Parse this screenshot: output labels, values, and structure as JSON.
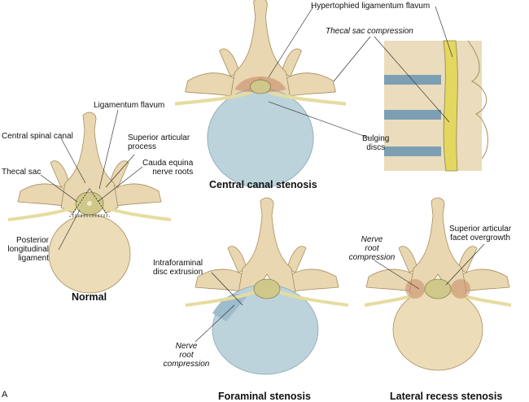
{
  "panel_letter": "A",
  "titles": {
    "normal": "Normal",
    "central": "Central canal stenosis",
    "foraminal": "Foraminal stenosis",
    "lateral": "Lateral recess stenosis"
  },
  "labels": {
    "ligamentum_flavum": "Ligamentum flavum",
    "central_spinal_canal": "Central spinal canal",
    "superior_articular_process": [
      "Superior articular",
      "process"
    ],
    "cauda_equina": [
      "Cauda equina",
      "nerve roots"
    ],
    "thecal_sac": "Thecal sac",
    "pll": [
      "Posterior",
      "longitudinal",
      "ligament"
    ],
    "hypertrophied": "Hypertophied ligamentum flavum",
    "thecal_sac_compression": "Thecal sac compression",
    "bulging_discs": [
      "Bulging",
      "discs"
    ],
    "intraforaminal": [
      "Intraforaminal",
      "disc extrusion"
    ],
    "nerve_root_compression_1": [
      "Nerve",
      "root",
      "compression"
    ],
    "nerve_root_compression_2": [
      "Nerve",
      "root",
      "compression"
    ],
    "superior_facet_overgrowth": [
      "Superior articular",
      "facet overgrowth"
    ]
  },
  "colors": {
    "bone": "#e8d7b0",
    "bone_edge": "#a88d5e",
    "disc": "#b9d3dc",
    "nerve": "#e6dca0",
    "inflam": "#c98a6a",
    "sac": "#cfc88a"
  }
}
